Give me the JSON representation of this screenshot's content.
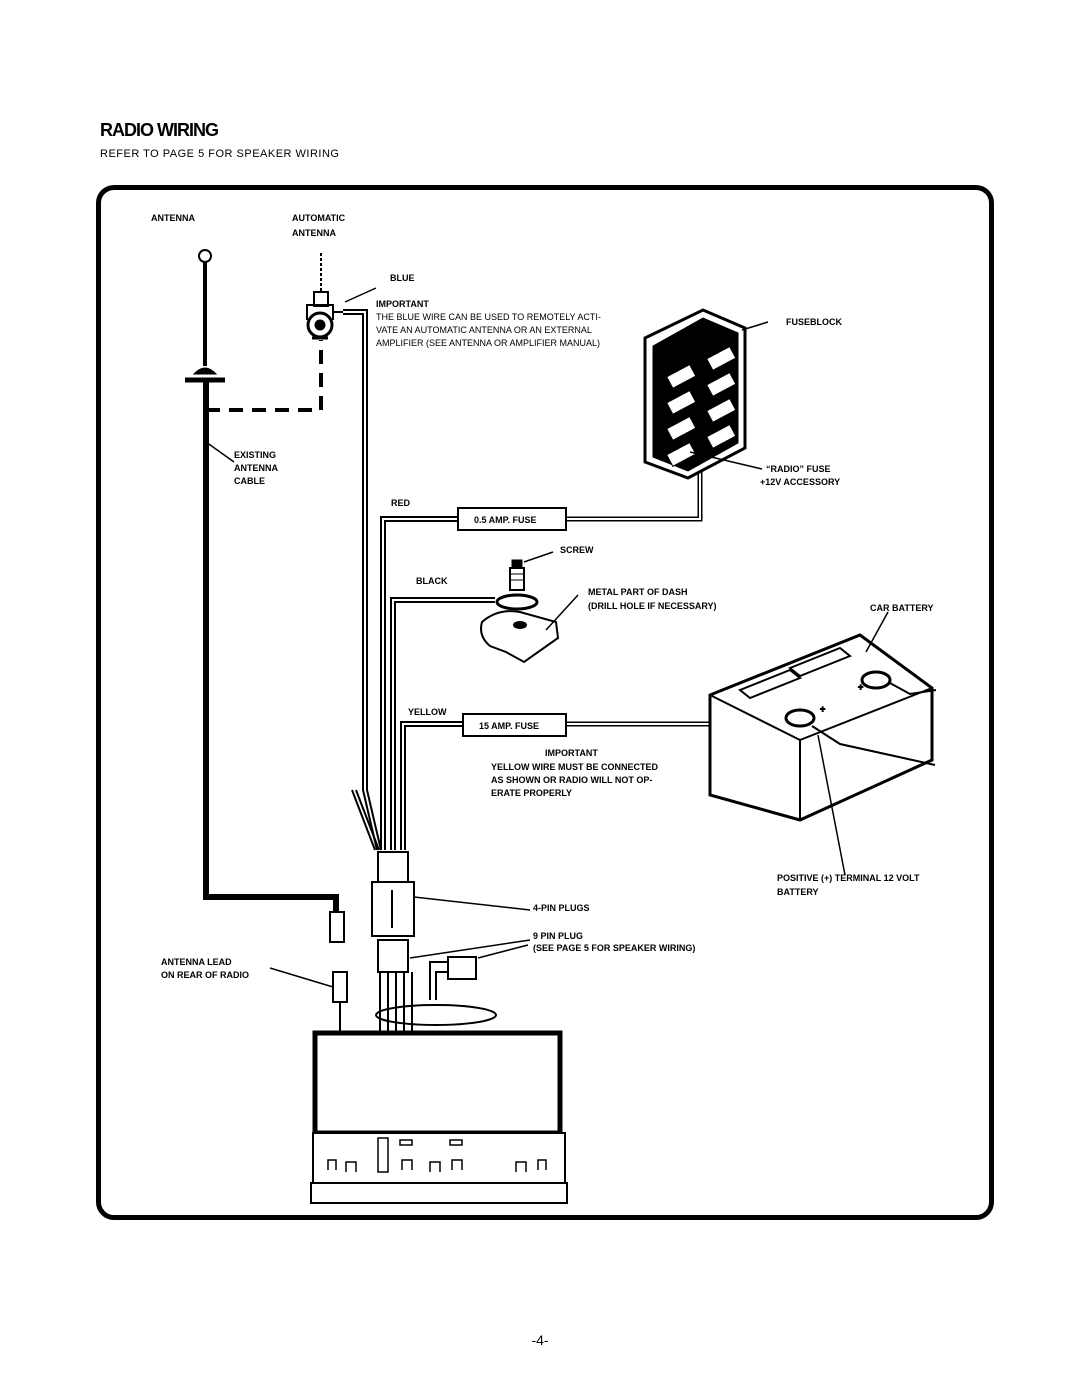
{
  "page": {
    "title": "RADIO WIRING",
    "subtitle": "REFER TO PAGE 5 FOR SPEAKER WIRING",
    "page_number": "-4-"
  },
  "labels": {
    "antenna": "ANTENNA",
    "automatic_antenna_1": "AUTOMATIC",
    "automatic_antenna_2": "ANTENNA",
    "blue": "BLUE",
    "important_1": "IMPORTANT",
    "important_1_text": [
      "THE BLUE  WIRE CAN BE USED TO REMOTELY ACTI-",
      "VATE  AN  AUTOMATIC  ANTENNA  OR  AN  EXTERNAL",
      "AMPLIFIER (SEE  ANTENNA OR AMPLIFIER MANUAL)"
    ],
    "fuseblock": "FUSEBLOCK",
    "existing_antenna_cable": [
      "EXISTING",
      "ANTENNA",
      "CABLE"
    ],
    "radio_fuse": "“RADIO” FUSE",
    "accessory": "+12V ACCESSORY",
    "red": "RED",
    "fuse_05": "0.5 AMP. FUSE",
    "screw": "SCREW",
    "black": "BLACK",
    "metal_part": "METAL PART OF DASH",
    "drill_hole": "(DRILL HOLE IF NECESSARY)",
    "car_battery": "CAR BATTERY",
    "yellow": "YELLOW",
    "fuse_15": "15 AMP. FUSE",
    "important_2": "IMPORTANT",
    "important_2_text": [
      "YELLOW WIRE MUST BE CONNECTED",
      "AS SHOWN OR RADIO WILL NOT OP-",
      "ERATE PROPERLY"
    ],
    "positive_terminal_1": "POSITIVE (+) TERMINAL 12 VOLT",
    "positive_terminal_2": "BATTERY",
    "pin_plugs_4": "4-PIN PLUGS",
    "pin_plug_9": "9 PIN PLUG",
    "speaker_wiring_ref": "(SEE PAGE 5 FOR SPEAKER WIRING)",
    "antenna_lead_1": "ANTENNA LEAD",
    "antenna_lead_2": "ON REAR OF RADIO"
  }
}
